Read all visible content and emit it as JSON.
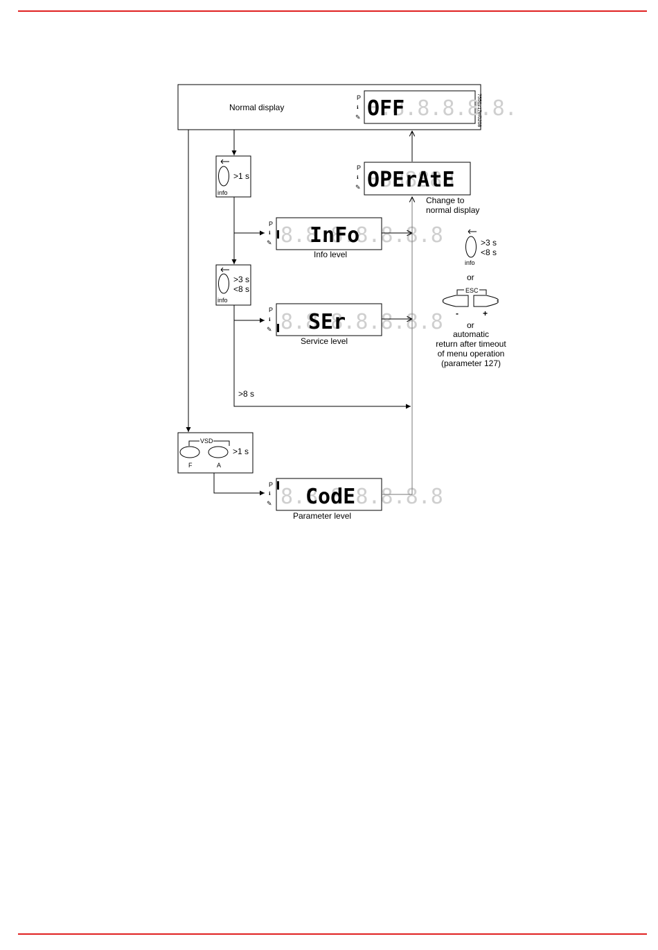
{
  "normal_display": {
    "label": "Normal display",
    "display_text": "OFF",
    "side_code": "7550z17e/0208"
  },
  "operate": {
    "display_text": "OPErAtE",
    "caption_line1": "Change to",
    "caption_line2": "normal display"
  },
  "info_key_1": {
    "time": ">1 s",
    "key_label": "info"
  },
  "info_level": {
    "display_text": "InFo",
    "caption": "Info level"
  },
  "info_key_2": {
    "time_min": ">3 s",
    "time_max": "<8 s",
    "key_label": "info"
  },
  "service_level": {
    "display_text": "SEr",
    "caption": "Service level"
  },
  "long_press": {
    "label": ">8 s"
  },
  "vsd_key": {
    "group_label": "VSD",
    "left_key": "F",
    "right_key": "A",
    "time": ">1 s"
  },
  "parameter_level": {
    "display_text": "CodE",
    "caption": "Parameter level"
  },
  "return_legend": {
    "time_min": ">3 s",
    "time_max": "<8 s",
    "key_label": "info",
    "or_1": "or",
    "esc_label": "ESC",
    "minus": "-",
    "plus": "+",
    "or_2": "or",
    "line1": "automatic",
    "line2": "return after timeout",
    "line3": "of menu operation",
    "line4": "(parameter 127)"
  },
  "display_indicators": {
    "p": "P"
  },
  "colors": {
    "rule": "#e02020",
    "ink": "#000000",
    "ghost_segment": "#cfcfcf"
  }
}
